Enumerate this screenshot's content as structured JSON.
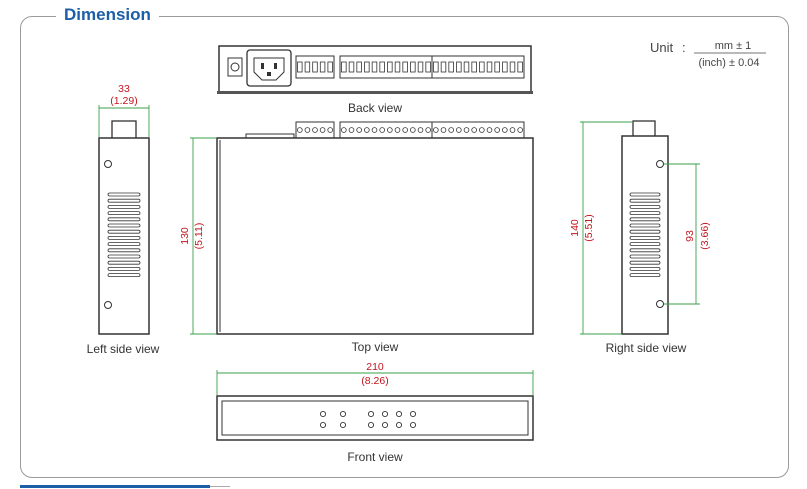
{
  "title": "Dimension",
  "unit": {
    "label": "Unit",
    "top": "mm ± 1",
    "bottom": "(inch) ± 0.04"
  },
  "views": {
    "back": "Back view",
    "top": "Top view",
    "left": "Left side view",
    "right": "Right side view",
    "front": "Front view"
  },
  "dimensions": {
    "width": {
      "mm": "33",
      "inch": "(1.29)"
    },
    "depth": {
      "mm": "130",
      "inch": "(5.11)"
    },
    "height": {
      "mm": "140",
      "inch": "(5.51)"
    },
    "hole_pitch": {
      "mm": "93",
      "inch": "(3.66)"
    },
    "length": {
      "mm": "210",
      "inch": "(8.26)"
    }
  },
  "colors": {
    "title": "#1c5ea8",
    "dimension_text": "#c0161e",
    "dimension_line": "#3aa04a",
    "outline": "#333333"
  }
}
